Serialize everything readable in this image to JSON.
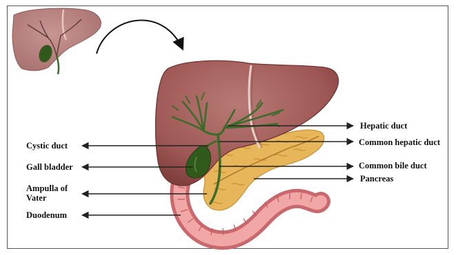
{
  "labels": {
    "hepatic_duct": "Hepatic duct",
    "common_hepatic_duct": "Common hepatic duct",
    "common_bile_duct": "Common bile duct",
    "pancreas": "Pancreas",
    "cystic_duct": "Cystic duct",
    "gall_bladder": "Gall bladder",
    "ampulla_of_vater": "Ampulla of\nVater",
    "duodenum": "Duodenum"
  },
  "colors": {
    "liver": "#a8615e",
    "liver_shadow": "#7f3f3d",
    "bile_duct": "#3d6b2a",
    "gallbladder": "#2f5a1c",
    "pancreas": "#e8b65a",
    "duodenum": "#d9767a",
    "duodenum_inner": "#f0a7a6",
    "arrow": "#222222"
  }
}
